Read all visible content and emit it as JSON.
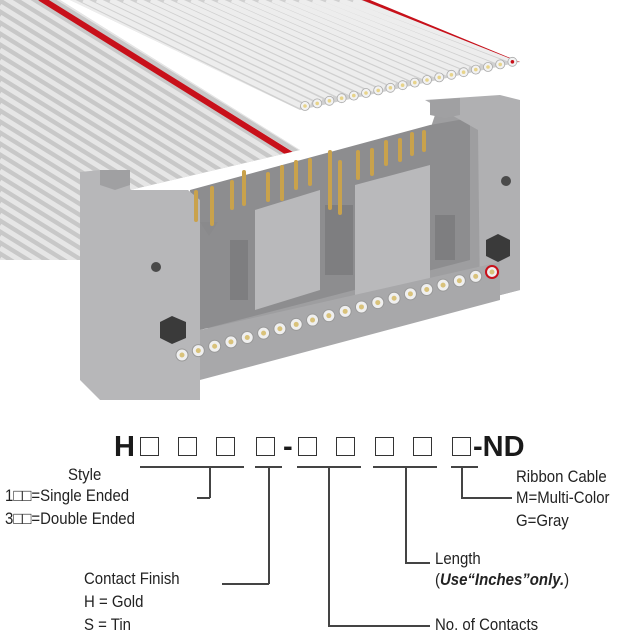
{
  "part_number": {
    "prefix": "H",
    "separator": "-",
    "suffix": "-ND",
    "group1_slots": 4,
    "group2_slots": 5
  },
  "fields": {
    "style": {
      "title": "Style",
      "options": [
        "1□□=Single Ended",
        "3□□=Double Ended"
      ]
    },
    "contact_finish": {
      "title": "Contact Finish",
      "options": [
        "H = Gold",
        "S = Tin"
      ]
    },
    "contacts": {
      "title": "No. of Contacts"
    },
    "length": {
      "title": "Length",
      "note_open": "(",
      "note_emphasis": "Use“Inches”only.",
      "note_close": ")"
    },
    "ribbon_cable": {
      "title": "Ribbon Cable",
      "options": [
        "M=Multi-Color",
        "G=Gray"
      ]
    }
  },
  "colors": {
    "cable_gray": "#c9c9c9",
    "stripe_red": "#c8101a",
    "housing_gray": "#b4b4b6",
    "pin_gold": "#c9a24c"
  }
}
